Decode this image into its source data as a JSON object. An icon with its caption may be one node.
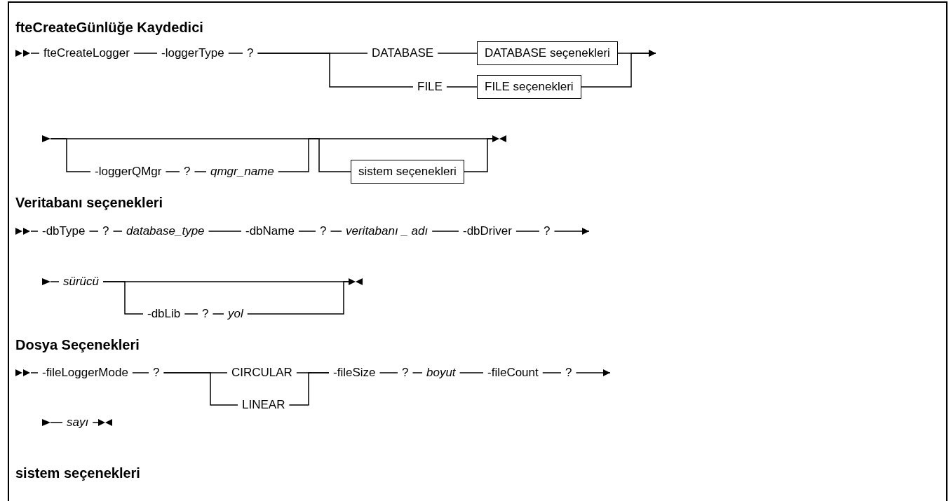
{
  "diagram": {
    "nodes": [
      {
        "text": [],
        "shape": "triangles"
      },
      {
        "text": [
          "fteCreateLogger"
        ]
      },
      {
        "text": [
          "-loggerType"
        ]
      },
      {
        "text": [
          "?"
        ]
      },
      {
        "text": [
          "DATABASE"
        ]
      },
      {
        "text": [
          "DATABASE seçenekleri"
        ]
      },
      {
        "text": [
          "FILE"
        ]
      },
      {
        "text": [
          "FILE seçenekleri"
        ]
      },
      {
        "text": [],
        "shape": "triangle"
      },
      {
        "text": [
          "-loggerQMgr"
        ]
      },
      {
        "text": [
          "?"
        ]
      },
      {
        "text": [
          "qmgr_name"
        ]
      },
      {
        "text": [
          "sistem seçenekleri"
        ]
      },
      {
        "text": [],
        "shape": "bowtie"
      },
      {
        "text": [],
        "shape": "triangles"
      },
      {
        "text": [
          "-dbType"
        ]
      },
      {
        "text": [
          "?"
        ]
      },
      {
        "text": [
          "database_type"
        ]
      },
      {
        "text": [
          "-dbName"
        ]
      },
      {
        "text": [
          "?"
        ]
      },
      {
        "text": [
          "veritabanı _ adı"
        ]
      },
      {
        "text": [
          "-dbDriver"
        ]
      },
      {
        "text": [
          "?"
        ]
      },
      {
        "text": [],
        "shape": "triangle"
      },
      {
        "text": [
          "sürücü"
        ]
      },
      {
        "text": [
          "-dbLib"
        ]
      },
      {
        "text": [
          "?"
        ]
      },
      {
        "text": [
          "yol"
        ]
      },
      {
        "text": [],
        "shape": "bowtie"
      },
      {
        "text": [],
        "shape": "triangles"
      },
      {
        "text": [
          "-fileLoggerMode"
        ]
      },
      {
        "text": [
          "?"
        ]
      },
      {
        "text": [
          "CIRCULAR"
        ]
      },
      {
        "text": [
          "LINEAR"
        ]
      },
      {
        "text": [
          "-fileSize"
        ]
      },
      {
        "text": [
          "?"
        ]
      },
      {
        "text": [
          "boyut"
        ]
      },
      {
        "text": [
          "-fileCount"
        ]
      },
      {
        "text": [
          "?"
        ]
      },
      {
        "text": [],
        "shape": "triangle"
      },
      {
        "text": [
          "sayı"
        ]
      },
      {
        "text": [],
        "shape": "bowtie"
      }
    ],
    "edges": [
      {
        "from": 0,
        "to": 1,
        "arrow": "none"
      },
      {
        "from": 1,
        "to": 2,
        "arrow": "none"
      },
      {
        "from": 2,
        "to": 3,
        "arrow": "none"
      },
      {
        "from": 3,
        "to": 4,
        "arrow": "none"
      },
      {
        "from": 3,
        "to": 6,
        "arrow": "none"
      },
      {
        "from": 4,
        "to": 5,
        "arrow": "none"
      },
      {
        "from": 6,
        "to": 7,
        "arrow": "none"
      },
      {
        "from": 5,
        "to": null,
        "arrow": "to"
      },
      {
        "from": 7,
        "to": null,
        "arrow": "to"
      },
      {
        "from": 8,
        "to": 13,
        "arrow": "none"
      },
      {
        "from": 8,
        "to": 9,
        "arrow": "none"
      },
      {
        "from": 9,
        "to": 10,
        "arrow": "none"
      },
      {
        "from": 10,
        "to": 11,
        "arrow": "none"
      },
      {
        "from": 11,
        "to": 12,
        "arrow": "none"
      },
      {
        "from": 12,
        "to": 13,
        "arrow": "none"
      },
      {
        "from": 14,
        "to": 15,
        "arrow": "none"
      },
      {
        "from": 15,
        "to": 16,
        "arrow": "none"
      },
      {
        "from": 16,
        "to": 17,
        "arrow": "none"
      },
      {
        "from": 17,
        "to": 18,
        "arrow": "none"
      },
      {
        "from": 18,
        "to": 19,
        "arrow": "none"
      },
      {
        "from": 19,
        "to": 20,
        "arrow": "none"
      },
      {
        "from": 20,
        "to": 21,
        "arrow": "none"
      },
      {
        "from": 21,
        "to": 22,
        "arrow": "none"
      },
      {
        "from": 22,
        "to": null,
        "arrow": "to"
      },
      {
        "from": 23,
        "to": 24,
        "arrow": "none"
      },
      {
        "from": 24,
        "to": 28,
        "arrow": "none"
      },
      {
        "from": 24,
        "to": 25,
        "arrow": "none"
      },
      {
        "from": 25,
        "to": 26,
        "arrow": "none"
      },
      {
        "from": 26,
        "to": 27,
        "arrow": "none"
      },
      {
        "from": 27,
        "to": 28,
        "arrow": "none"
      },
      {
        "from": 29,
        "to": 30,
        "arrow": "none"
      },
      {
        "from": 30,
        "to": 31,
        "arrow": "none"
      },
      {
        "from": 31,
        "to": 32,
        "arrow": "none"
      },
      {
        "from": 31,
        "to": 33,
        "arrow": "none"
      },
      {
        "from": 32,
        "to": 34,
        "arrow": "none"
      },
      {
        "from": 33,
        "to": 34,
        "arrow": "none"
      },
      {
        "from": 34,
        "to": 35,
        "arrow": "none"
      },
      {
        "from": 35,
        "to": 36,
        "arrow": "none"
      },
      {
        "from": 36,
        "to": 37,
        "arrow": "none"
      },
      {
        "from": 37,
        "to": 38,
        "arrow": "none"
      },
      {
        "from": 38,
        "to": null,
        "arrow": "to"
      },
      {
        "from": 39,
        "to": 40,
        "arrow": "none"
      },
      {
        "from": 40,
        "to": 41,
        "arrow": "none"
      }
    ],
    "labels": [
      "fteCreateGünlüğe Kaydedici",
      "Veritabanı seçenekleri",
      "Dosya Seçenekleri",
      "sistem seçenekleri"
    ]
  }
}
